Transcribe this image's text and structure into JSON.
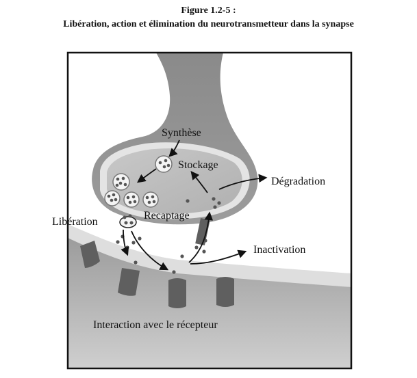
{
  "figure": {
    "number": "Figure 1.2-5 :",
    "title": "Libération, action et élimination du neurotransmetteur dans la synapse"
  },
  "labels": {
    "synthese": "Synthèse",
    "stockage": "Stockage",
    "degradation": "Dégradation",
    "liberation": "Libération",
    "recaptage": "Recaptage",
    "inactivation": "Inactivation",
    "interaction": "Interaction avec le récepteur"
  },
  "colors": {
    "terminal": "#8f8f8f",
    "terminal_inner": "#bcbcbc",
    "terminal_rim": "#e2e2e2",
    "postsynaptic": "#a9a9a9",
    "membrane": "#dcdcdc",
    "receptor": "#5f5f5f",
    "dot": "#555555",
    "ink": "#111111"
  }
}
